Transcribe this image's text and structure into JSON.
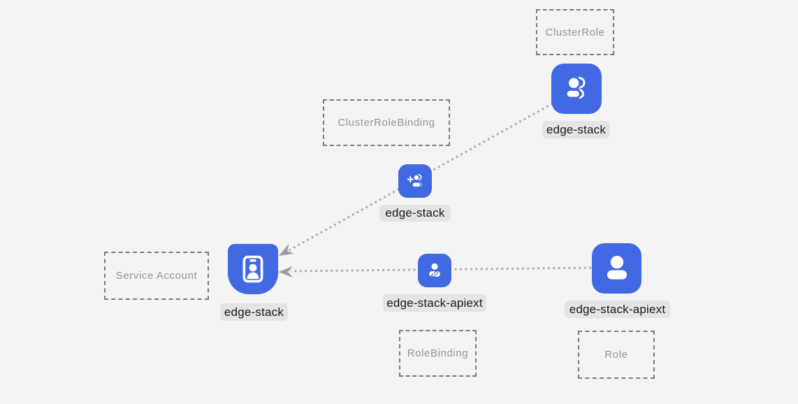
{
  "diagram": {
    "colors": {
      "background": "#f4f4f4",
      "node_blue": "#4169e1",
      "glyph_white": "#ffffff",
      "label_pill_bg": "#e4e4e4",
      "label_text": "#1b1b1b",
      "box_border": "#7d7d7d",
      "box_text": "#949494",
      "line_dot": "#ababab",
      "arrow": "#9e9e9e"
    },
    "type_boxes": [
      {
        "id": "clusterrole",
        "label": "ClusterRole"
      },
      {
        "id": "clusterrolebinding",
        "label": "ClusterRoleBinding"
      },
      {
        "id": "serviceaccount",
        "label": "Service Account"
      },
      {
        "id": "rolebinding",
        "label": "RoleBinding"
      },
      {
        "id": "role",
        "label": "Role"
      }
    ],
    "nodes": [
      {
        "id": "clusterrole-node",
        "kind": "ClusterRole",
        "label": "edge-stack",
        "icon": "users-icon"
      },
      {
        "id": "clusterrolebinding-node",
        "kind": "ClusterRoleBinding",
        "label": "edge-stack",
        "icon": "user-add-icon"
      },
      {
        "id": "serviceaccount-node",
        "kind": "Service Account",
        "label": "edge-stack",
        "icon": "id-badge-icon"
      },
      {
        "id": "rolebinding-node",
        "kind": "RoleBinding",
        "label": "edge-stack-apiext",
        "icon": "user-edit-icon"
      },
      {
        "id": "role-node",
        "kind": "Role",
        "label": "edge-stack-apiext",
        "icon": "user-icon"
      }
    ],
    "edges": [
      {
        "from": "clusterrole-node",
        "to": "serviceaccount-node",
        "style": "dotted-arrow"
      },
      {
        "from": "role-node",
        "to": "serviceaccount-node",
        "style": "dotted-arrow"
      }
    ]
  }
}
